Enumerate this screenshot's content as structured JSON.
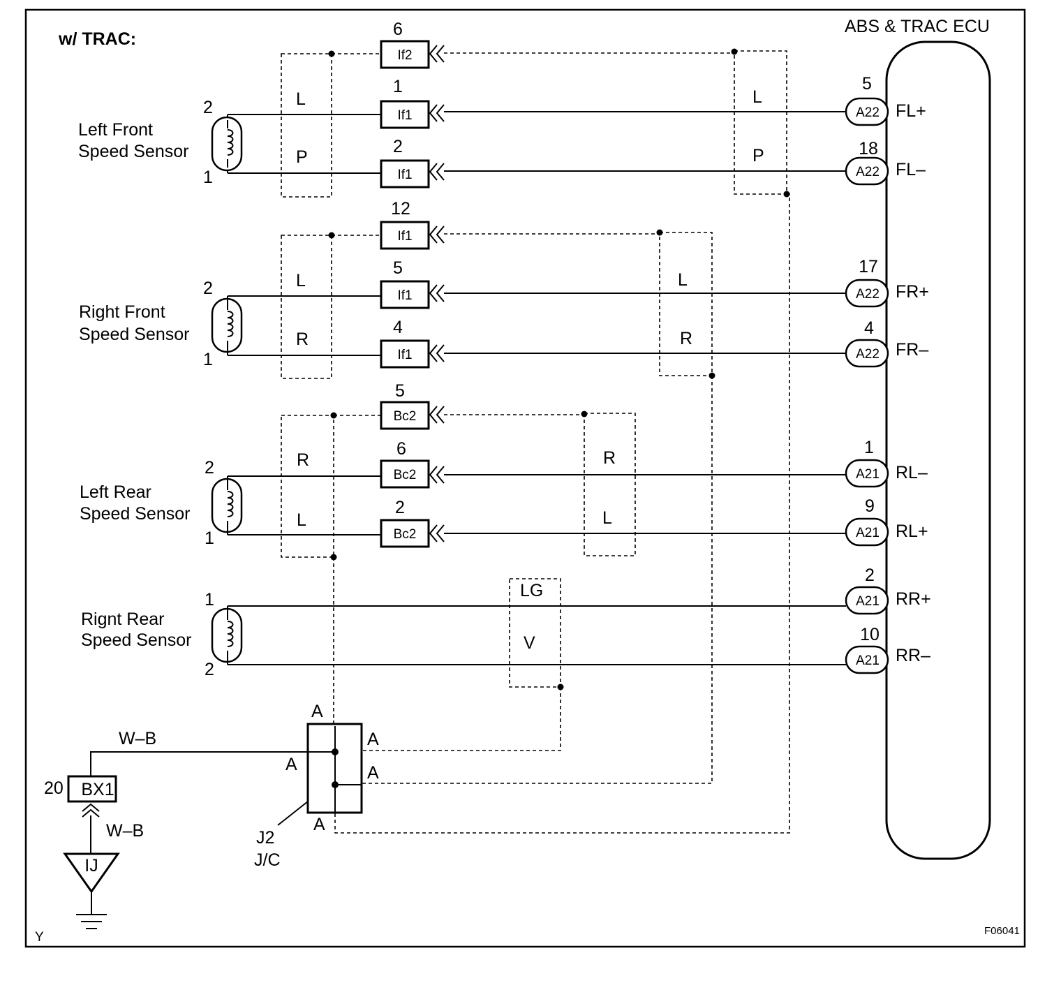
{
  "header": {
    "variant": "w/  TRAC:",
    "ecu_title": "ABS & TRAC ECU"
  },
  "sensors": [
    {
      "line1": "Left Front",
      "line2": "Speed Sensor",
      "pin_top": "2",
      "pin_bottom": "1"
    },
    {
      "line1": "Right Front",
      "line2": "Speed Sensor",
      "pin_top": "2",
      "pin_bottom": "1"
    },
    {
      "line1": "Left Rear",
      "line2": "Speed Sensor",
      "pin_top": "2",
      "pin_bottom": "1"
    },
    {
      "line1": "Rignt Rear",
      "line2": "Speed Sensor",
      "pin_top": "1",
      "pin_bottom": "2"
    }
  ],
  "connectors": [
    {
      "code": "If2",
      "pin": "6"
    },
    {
      "code": "If1",
      "pin": "1"
    },
    {
      "code": "If1",
      "pin": "2"
    },
    {
      "code": "If1",
      "pin": "12"
    },
    {
      "code": "If1",
      "pin": "5"
    },
    {
      "code": "If1",
      "pin": "4"
    },
    {
      "code": "Bc2",
      "pin": "5"
    },
    {
      "code": "Bc2",
      "pin": "6"
    },
    {
      "code": "Bc2",
      "pin": "2"
    }
  ],
  "wire_colors": {
    "lf_left": [
      "L",
      "P"
    ],
    "lf_right": [
      "L",
      "P"
    ],
    "rf_left": [
      "L",
      "R"
    ],
    "rf_right": [
      "L",
      "R"
    ],
    "lr_left": [
      "R",
      "L"
    ],
    "lr_right": [
      "R",
      "L"
    ],
    "rr": [
      "LG",
      "V"
    ]
  },
  "ecu_terminals": [
    {
      "pin": "5",
      "connector": "A22",
      "signal": "FL+"
    },
    {
      "pin": "18",
      "connector": "A22",
      "signal": "FL–"
    },
    {
      "pin": "17",
      "connector": "A22",
      "signal": "FR+"
    },
    {
      "pin": "4",
      "connector": "A22",
      "signal": "FR–"
    },
    {
      "pin": "1",
      "connector": "A21",
      "signal": "RL–"
    },
    {
      "pin": "9",
      "connector": "A21",
      "signal": "RL+"
    },
    {
      "pin": "2",
      "connector": "A21",
      "signal": "RR+"
    },
    {
      "pin": "10",
      "connector": "A21",
      "signal": "RR–"
    }
  ],
  "junction": {
    "name": "J2",
    "type": "J/C",
    "label_top": "A",
    "label_left": "A",
    "label_right1": "A",
    "label_right2": "A",
    "label_bottom": "A"
  },
  "ground": {
    "wire_top": "W–B",
    "wire_bottom": "W–B",
    "connector": "BX1",
    "pin": "20",
    "point": "IJ"
  },
  "footer": {
    "corner_left": "Y",
    "figure_code": "F06041"
  }
}
